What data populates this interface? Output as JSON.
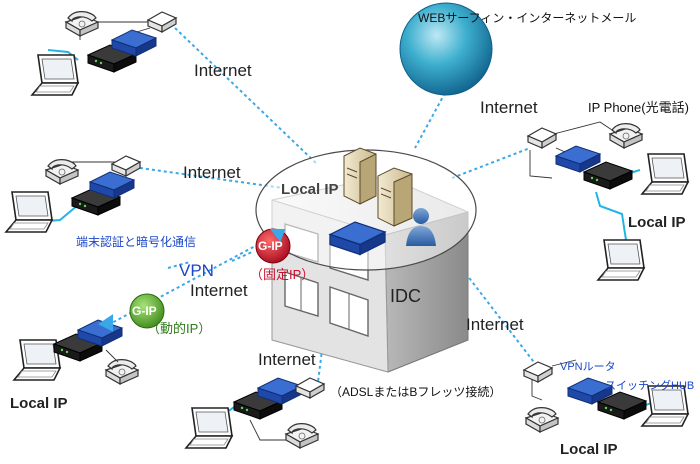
{
  "internet_label": "Internet",
  "local_ip_label": "Local IP",
  "idc_label": "IDC",
  "web_service_label": "WEBサーフィン・インターネットメール",
  "ip_phone_label": "IP Phone(光電話)",
  "auth_encrypt_label": "端末認証と暗号化通信",
  "vpn_label": "VPN",
  "gip_badge": "G-IP",
  "fixed_ip_label": "（固定IP）",
  "dynamic_ip_label": "（動的IP）",
  "adsl_label": "（ADSLまたはBフレッツ接続）",
  "vpn_router_label": "VPNルータ",
  "switching_hub_label": "スイッチングHUB",
  "colors": {
    "dotted_line": "#3aa8e8",
    "cable": "#22b4e6",
    "router_blue": "#1f48a8",
    "badge_red": "#c8102e",
    "badge_green": "#5aaa2c",
    "globe": "#2a9fc0"
  }
}
